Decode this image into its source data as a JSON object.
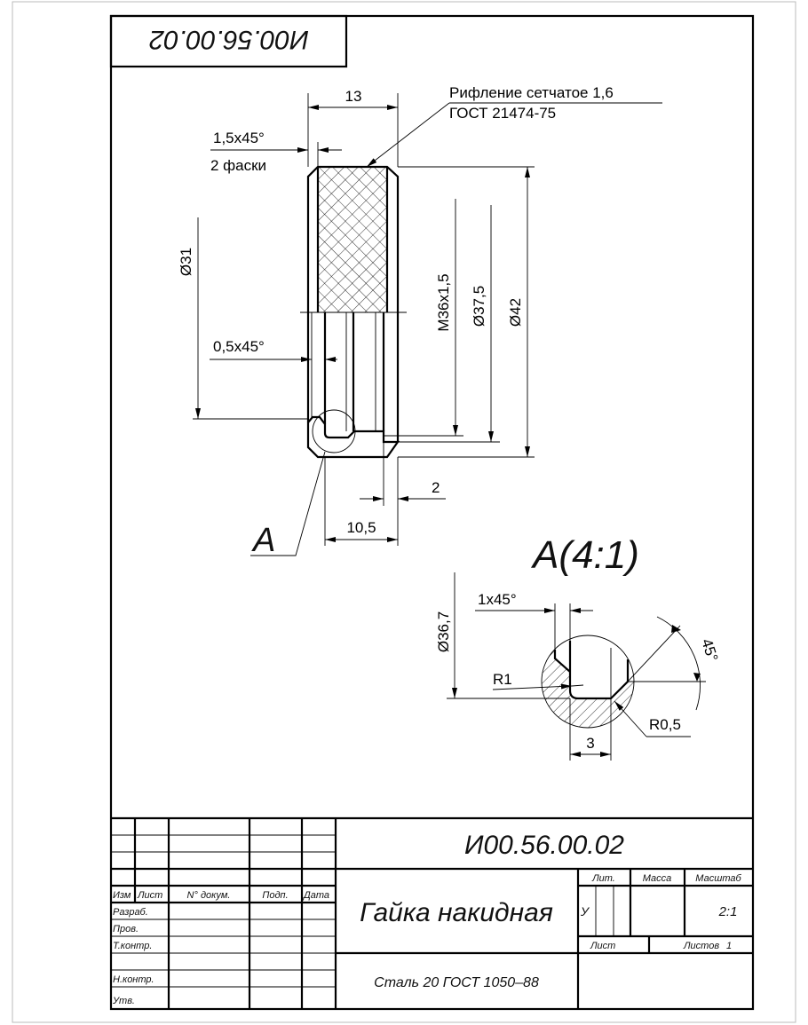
{
  "drawing": {
    "designation_stamp": "И00.56.00.02",
    "main_view": {
      "knurl_note_line1": "Рифление сетчатое 1,6",
      "knurl_note_line2": "ГОСТ  21474-75",
      "dim_width": "13",
      "dim_chamfer_outer": "1,5x45°",
      "dim_chamfer_outer_note": "2 фаски",
      "dim_d31": "Ø31",
      "dim_chamfer_inner": "0,5x45°",
      "dim_thread": "M36x1,5",
      "dim_d37_5": "Ø37,5",
      "dim_d42": "Ø42",
      "dim_2": "2",
      "dim_10_5": "10,5",
      "section_label": "A"
    },
    "detail_view": {
      "title": "A(4:1)",
      "dim_d36_7": "Ø36,7",
      "dim_chamfer": "1x45°",
      "dim_r1": "R1",
      "dim_angle": "45°",
      "dim_r0_5": "R0,5",
      "dim_3": "3"
    }
  },
  "title_block": {
    "designation": "И00.56.00.02",
    "part_name": "Гайка  накидная",
    "material": "Сталь 20  ГОСТ 1050–88",
    "headers": {
      "izm": "Изм",
      "list": "Лист",
      "doc_no": "N° докум.",
      "sign": "Подп.",
      "date": "Дата"
    },
    "roles": [
      "Разраб.",
      "Пров.",
      "Т.контр.",
      "Н.контр.",
      "Утв."
    ],
    "lit_label": "Лит.",
    "mass_label": "Масса",
    "scale_label": "Масштаб",
    "lit_value": "У",
    "scale_value": "2:1",
    "sheet_label": "Лист",
    "sheets_label": "Листов",
    "sheets_value": "1"
  }
}
